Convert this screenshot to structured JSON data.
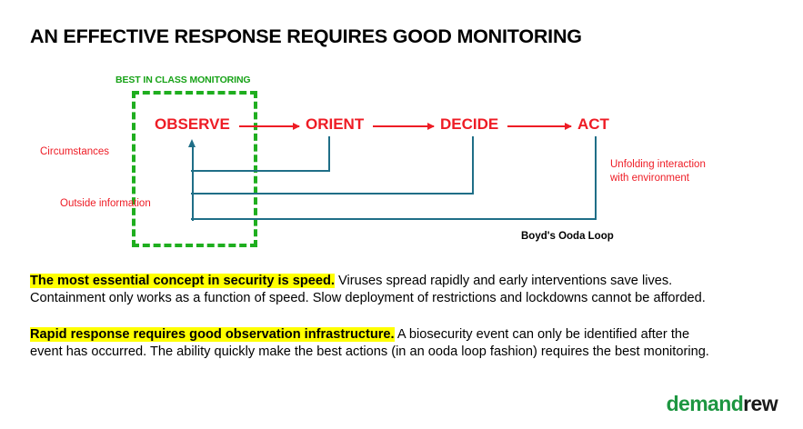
{
  "slide": {
    "title": "AN EFFECTIVE RESPONSE REQUIRES GOOD MONITORING"
  },
  "diagram": {
    "monitoring_box_label": "BEST IN CLASS MONITORING",
    "loop_caption": "Boyd's Ooda Loop",
    "stages": [
      {
        "label": "OBSERVE"
      },
      {
        "label": "ORIENT"
      },
      {
        "label": "DECIDE"
      },
      {
        "label": "ACT"
      }
    ],
    "inputs": [
      {
        "label": "Circumstances"
      },
      {
        "label": "Outside information"
      }
    ],
    "output": {
      "label": "Unfolding interaction with environment"
    },
    "colors": {
      "stage_text": "#ee1c25",
      "arrow": "#ee1c25",
      "feedback_line": "#1f6e87",
      "monitoring_box": "#1fae1f",
      "monitoring_label": "#17a217",
      "caption": "#000000"
    }
  },
  "body": {
    "paragraphs": [
      {
        "highlight": "The most essential concept in security is speed.",
        "rest": " Viruses spread rapidly and early interventions save lives. Containment only works as a function of speed. Slow deployment of restrictions and lockdowns cannot be afforded."
      },
      {
        "highlight": "Rapid response requires good observation infrastructure.",
        "rest": " A biosecurity event can only be identified after the event has occurred. The ability quickly make the best actions (in an ooda loop fashion) requires the best monitoring."
      }
    ],
    "highlight_color": "#ffff00"
  },
  "logo": {
    "part1": "demand",
    "part2": "rew",
    "part1_color": "#1d9641",
    "part2_color": "#1a1a1a"
  }
}
